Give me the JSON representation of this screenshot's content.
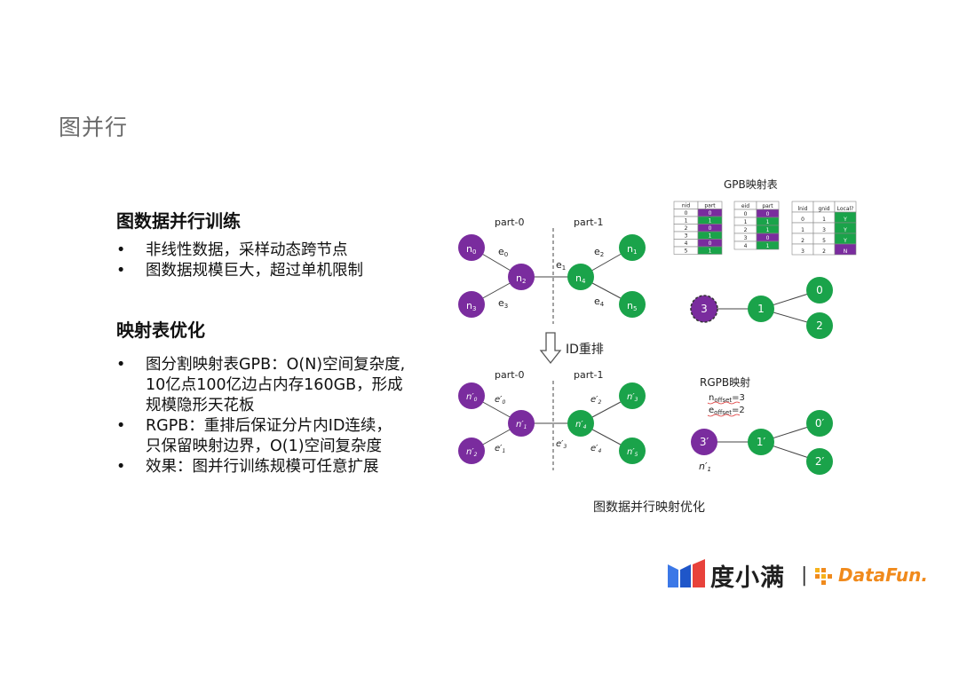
{
  "page": {
    "title": "图并行"
  },
  "section1": {
    "heading": "图数据并行训练",
    "bullets": [
      "非线性数据，采样动态跨节点",
      "图数据规模巨大，超过单机限制"
    ]
  },
  "section2": {
    "heading": "映射表优化",
    "bullets": [
      [
        "图分割映射表GPB：O(N)空间复杂度,",
        "10亿点100亿边占内存160GB，形成",
        "规模隐形天花板"
      ],
      [
        "RGPB：重排后保证分片内ID连续，",
        "只保留映射边界，O(1)空间复杂度"
      ],
      [
        "效果：图并行训练规模可任意扩展"
      ]
    ]
  },
  "figure": {
    "caption": "图数据并行映射优化",
    "gpb_title": "GPB映射表",
    "part0": "part-0",
    "part1": "part-1",
    "arrow_label": "ID重排",
    "rgpb_title": "RGPB映射",
    "n_offset": "=3",
    "e_offset": "=2",
    "offset_n": "n",
    "offset_e": "e",
    "offset_sub": "offset",
    "table1": {
      "headers": [
        "nid",
        "part"
      ],
      "rows": [
        [
          "0",
          "0"
        ],
        [
          "1",
          "1"
        ],
        [
          "2",
          "0"
        ],
        [
          "3",
          "1"
        ],
        [
          "4",
          "0"
        ],
        [
          "5",
          "1"
        ]
      ]
    },
    "table2": {
      "headers": [
        "eid",
        "part"
      ],
      "rows": [
        [
          "0",
          "0"
        ],
        [
          "1",
          "1"
        ],
        [
          "2",
          "1"
        ],
        [
          "3",
          "0"
        ],
        [
          "4",
          "1"
        ]
      ]
    },
    "table3": {
      "headers": [
        "lnid",
        "gnid",
        "Local?"
      ],
      "rows": [
        [
          "0",
          "1",
          "Y"
        ],
        [
          "1",
          "3",
          "Y"
        ],
        [
          "2",
          "5",
          "Y"
        ],
        [
          "3",
          "2",
          "N"
        ]
      ]
    },
    "top_nodes": {
      "n0": "n",
      "n0s": "0",
      "n1": "n",
      "n1s": "1",
      "n2": "n",
      "n2s": "2",
      "n3": "n",
      "n3s": "3",
      "n4": "n",
      "n4s": "4",
      "n5": "n",
      "n5s": "5"
    },
    "top_edges": {
      "e0": "e",
      "e0s": "0",
      "e1": "e",
      "e1s": "1",
      "e2": "e",
      "e2s": "2",
      "e3": "e",
      "e3s": "3",
      "e4": "e",
      "e4s": "4"
    },
    "local_top": {
      "a": "3",
      "b": "1",
      "c": "0",
      "d": "2"
    },
    "local_bottom": {
      "a": "3′",
      "b": "1′",
      "c": "0′",
      "d": "2′",
      "label": "n′",
      "label_sub": "1"
    },
    "colors": {
      "purple": "#7a2c9e",
      "green": "#1aa34a",
      "purple_cell": "#7a2c9e",
      "green_cell": "#1aa34a"
    }
  },
  "brand": {
    "name": "度小满",
    "sep": "|",
    "partner": "DataFun."
  }
}
